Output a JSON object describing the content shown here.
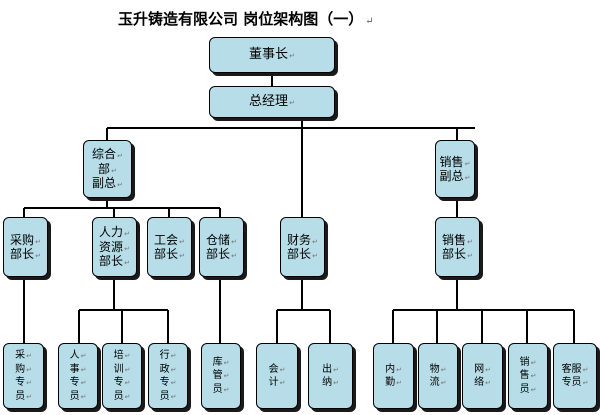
{
  "title": "玉升铸造有限公司 岗位架构图（一）",
  "title_mark": "↵",
  "chart": {
    "nodes": [
      {
        "id": "chairman",
        "lines": [
          "董事长"
        ]
      },
      {
        "id": "gm",
        "lines": [
          "总经理"
        ]
      },
      {
        "id": "vp-general",
        "lines": [
          "综合",
          "部",
          "副总"
        ]
      },
      {
        "id": "vp-sales",
        "lines": [
          "销售",
          "副总"
        ]
      },
      {
        "id": "purchasing-head",
        "lines": [
          "采购",
          "部长"
        ]
      },
      {
        "id": "hr-head",
        "lines": [
          "人力",
          "资源",
          "部长"
        ]
      },
      {
        "id": "union-head",
        "lines": [
          "工会",
          "部长"
        ]
      },
      {
        "id": "warehouse-head",
        "lines": [
          "仓储",
          "部长"
        ]
      },
      {
        "id": "finance-head",
        "lines": [
          "财务",
          "部长"
        ]
      },
      {
        "id": "sales-head",
        "lines": [
          "销售",
          "部长"
        ]
      },
      {
        "id": "purchaser",
        "lines": [
          "采",
          "购",
          "专",
          "员"
        ]
      },
      {
        "id": "personnel-specialist",
        "lines": [
          "人",
          "事",
          "专",
          "员"
        ]
      },
      {
        "id": "training-specialist",
        "lines": [
          "培",
          "训",
          "专",
          "员"
        ]
      },
      {
        "id": "admin-specialist",
        "lines": [
          "行",
          "政",
          "专",
          "员"
        ]
      },
      {
        "id": "storekeeper",
        "lines": [
          "库",
          "管",
          "员"
        ]
      },
      {
        "id": "accountant",
        "lines": [
          "会",
          "计"
        ]
      },
      {
        "id": "cashier",
        "lines": [
          "出",
          "纳"
        ]
      },
      {
        "id": "domestic-sales",
        "lines": [
          "内",
          "勤"
        ]
      },
      {
        "id": "logistics",
        "lines": [
          "物",
          "流"
        ]
      },
      {
        "id": "network",
        "lines": [
          "网",
          "络"
        ]
      },
      {
        "id": "salesperson",
        "lines": [
          "销",
          "售",
          "员"
        ]
      },
      {
        "id": "customer-service",
        "lines": [
          "客服",
          "专员"
        ]
      }
    ],
    "edges": [
      [
        "chairman",
        "gm"
      ],
      [
        "gm",
        "vp-general"
      ],
      [
        "gm",
        "finance-head"
      ],
      [
        "gm",
        "vp-sales"
      ],
      [
        "vp-general",
        "purchasing-head"
      ],
      [
        "vp-general",
        "hr-head"
      ],
      [
        "vp-general",
        "union-head"
      ],
      [
        "vp-general",
        "warehouse-head"
      ],
      [
        "vp-sales",
        "sales-head"
      ],
      [
        "purchasing-head",
        "purchaser"
      ],
      [
        "hr-head",
        "personnel-specialist"
      ],
      [
        "hr-head",
        "training-specialist"
      ],
      [
        "hr-head",
        "admin-specialist"
      ],
      [
        "warehouse-head",
        "storekeeper"
      ],
      [
        "finance-head",
        "accountant"
      ],
      [
        "finance-head",
        "cashier"
      ],
      [
        "sales-head",
        "domestic-sales"
      ],
      [
        "sales-head",
        "logistics"
      ],
      [
        "sales-head",
        "network"
      ],
      [
        "sales-head",
        "salesperson"
      ],
      [
        "sales-head",
        "customer-service"
      ]
    ]
  }
}
